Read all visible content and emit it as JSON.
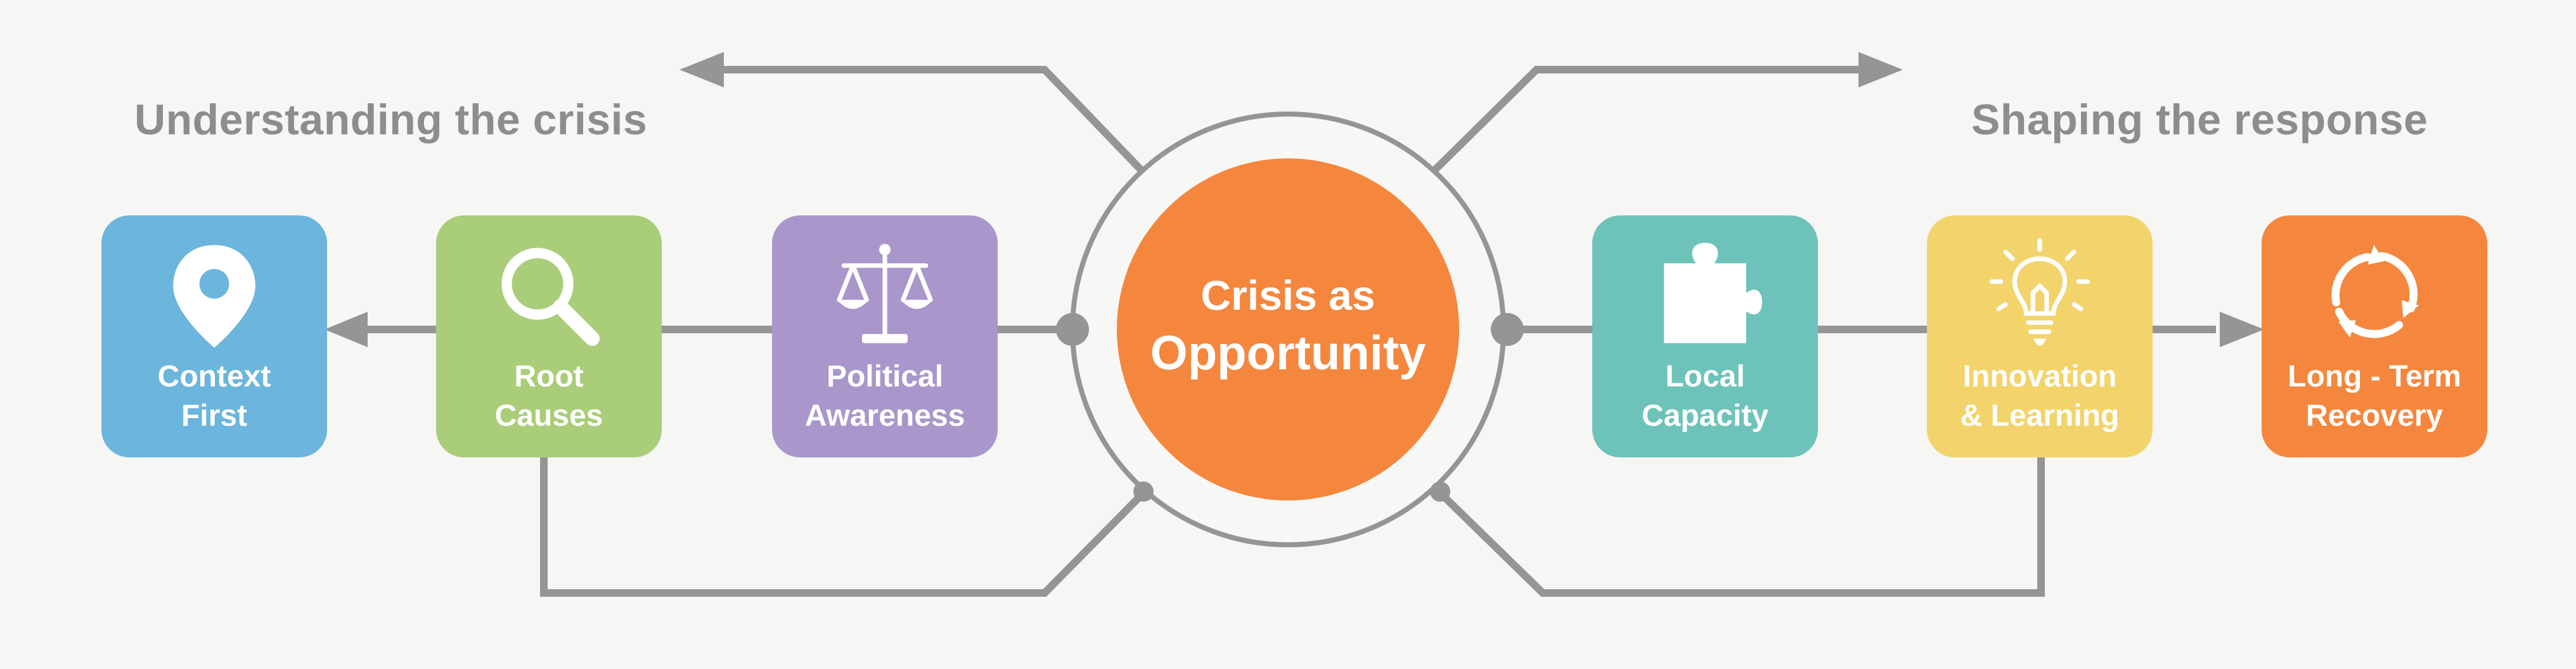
{
  "left_heading": "Understanding the crisis",
  "right_heading": "Shaping the response",
  "center": {
    "line1": "Crisis as",
    "line2": "Opportunity",
    "color": "#f4873d"
  },
  "steps": [
    {
      "line1": "Context",
      "line2": "First",
      "icon": "map-pin-icon",
      "color": "#6cb5dc"
    },
    {
      "line1": "Root",
      "line2": "Causes",
      "icon": "magnifying-glass-icon",
      "color": "#a9cd78"
    },
    {
      "line1": "Political",
      "line2": "Awareness",
      "icon": "balance-scale-icon",
      "color": "#a996cb"
    },
    {
      "line1": "Local",
      "line2": "Capacity",
      "icon": "puzzle-piece-icon",
      "color": "#6dc3b9"
    },
    {
      "line1": "Innovation",
      "line2": "& Learning",
      "icon": "lightbulb-icon",
      "color": "#f3d36b"
    },
    {
      "line1": "Long - Term",
      "line2": "Recovery",
      "icon": "recycle-arrows-icon",
      "color": "#f4873d"
    }
  ],
  "colors": {
    "connector": "#959595",
    "heading_text": "#8d8d8d",
    "background": "#f6f6f4"
  }
}
